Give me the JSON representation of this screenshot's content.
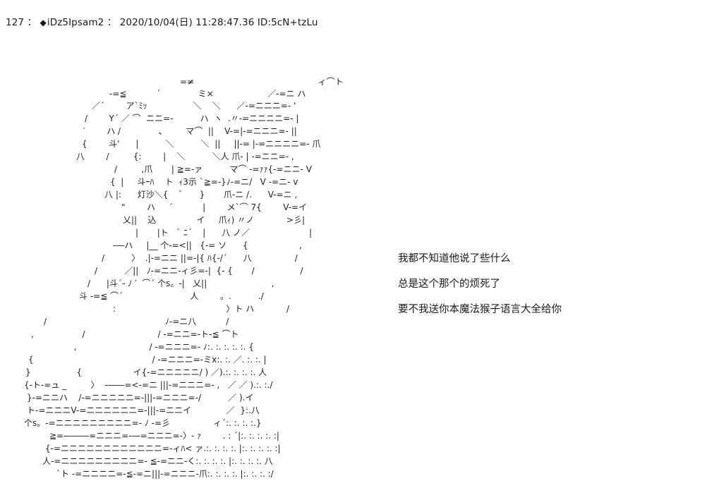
{
  "post": {
    "number": "127",
    "separator": "：",
    "trip_mark": "◆",
    "trip": "iDz5Ipsam2",
    "separator2": "：",
    "datetime": "2020/10/04(日) 11:28:47.36",
    "id": "ID:5cN+tzLu"
  },
  "ascii_art": [
    "=≠                                              ィ⌒ト",
    "-=≦           ´              ミ×                    ／-=ニ ハ",
    "／´        ア`ﾐｯ                 ＼    ＼      ／-=ニニニ=- '",
    "/        Y´ ／ ⌒  ニニ=-          ハ  ヽ  .〃-=ニニニニ=- |",
    "′        ハ /              、       マ⌒  ||    V-=|-=ニニニ=- ||",
    "{        斗'      |          ＼          ＼  ||     ||-= |-=ニニニニ=- 爪",
    "八        /         {:        |    ＼          ＼人 爪- | -=ニニ=- ,",
    "/         ,爪       | ≧=-ァ          マ⌒ -=ｧｧ{-=ニニ- V",
    "{  |     斗ｰﾊ    ト  ｨ3示 `≧=-}ﾉ-=ニ/   V -=ニ- v",
    "八 |:      灯沙＼{    ﾞ      }       爪-ニ /.      V-=ニ ,",
    "\"        ハ     ´           |        メ`⌒ 7{        V-=イ",
    "乂||    込               イ     爪ｨ) 〃ノ            >彡|",
    "|       |ト   ` ﾆ´    |      八 ノ／                      |",
    "-―ハ     |__ 个-=<||   {-= ソ      {                   ,",
    "/          〉  .|-=ニニ ||=-|{ ﾊ{-/´      八                /",
    "/          ／||   ﾉ-=ニニ-ィ彡=-|  {- {       /                 /",
    "/      |斗´- ﾉ ′  ⌒´ 个s。-|   乂||                        ,",
    "斗 -=≦ ⌒´                         人        。.          ./",
    ":                                         〉ト ハ            /",
    "/                                            ﾉ-=ニ八           /",
    ",                  /                           / -=ニニ=-ト-≦ ⌒ト",
    "                  ,                           / -=ニニニ=- ﾉ:. :. :. :. :. {",
    "{                                            / -=ニニニ=-ミx:. :. ／. :. :. |",
    "}                 {                   イ{-=ニニニニニ/ ) ／).:. :. :. :. 人",
    "{-ト-=ュ _         〉  -――=<-=ニ |||-=ニニニ=- ,   ／ ／ ).:. :./",
    "}-=ニニハ    /-=ニニニニニ=-|||-=ニニニ=-/          ／ ).イ",
    "ト-=ニニニV-=ニニニニニニ=-|||-=ニニイ             ／  }:.八",
    "个s。-=ニニニニニニニニニ=- ﾉ -=彡                ィ´:. :. :. :.}",
    "≧=―――=ニニニ=-―=ニニニ=-〉- ｧ        . : ´|:. :. :. :. :|",
    "{-=ニニニニニニニニニニニニ=-ィﾊ< ァ.:. :. :. :. |:. :. :. :. :|",
    "人-=ニニニニニニニニニ=- ≦-=ニニ-く:. :. :. :. |:. :. :. :. 八",
    "`ト -=ニニニニ=-≦-=ニ|||-=ニニニ-爪:. :. :. :. |:. :. :. :/"
  ],
  "dialogue": [
    "我都不知道他说了些什么",
    "总是这个那个的烦死了",
    "要不我送你本魔法猴子语言大全给你"
  ]
}
